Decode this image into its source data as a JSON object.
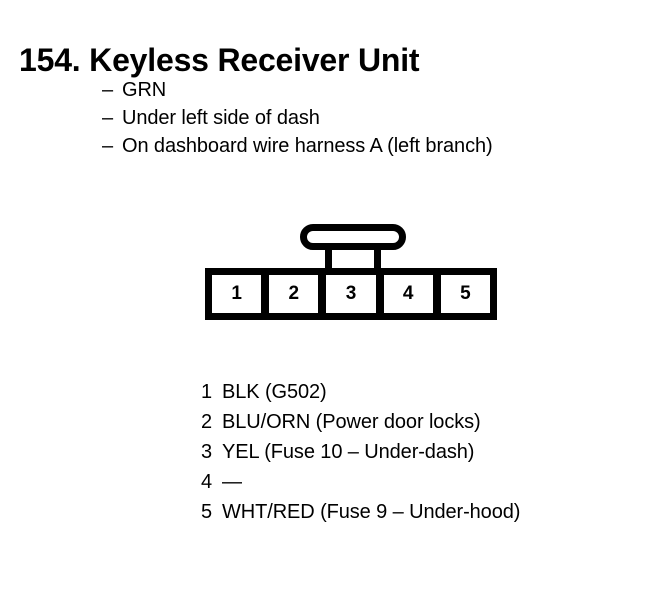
{
  "page": {
    "title": "154. Keyless Receiver Unit",
    "background_color": "#ffffff",
    "ink_color": "#000000"
  },
  "notes": {
    "dash_glyph": "–",
    "items": [
      {
        "text": "GRN"
      },
      {
        "text": "Under left side of dash"
      },
      {
        "text": "On dashboard wire harness A (left branch)"
      }
    ]
  },
  "connector": {
    "shape": "5-terminal inline connector with center latch tab",
    "latch_tab_name": "latch-tab",
    "terminals": [
      {
        "label": "1"
      },
      {
        "label": "2"
      },
      {
        "label": "3"
      },
      {
        "label": "4"
      },
      {
        "label": "5"
      }
    ]
  },
  "pin_legend": {
    "rows": [
      {
        "number": "1",
        "description": "BLK (G502)"
      },
      {
        "number": "2",
        "description": "BLU/ORN (Power door locks)"
      },
      {
        "number": "3",
        "description": "YEL (Fuse 10 – Under-dash)"
      },
      {
        "number": "4",
        "description": "—"
      },
      {
        "number": "5",
        "description": "WHT/RED (Fuse 9 – Under-hood)"
      }
    ]
  }
}
